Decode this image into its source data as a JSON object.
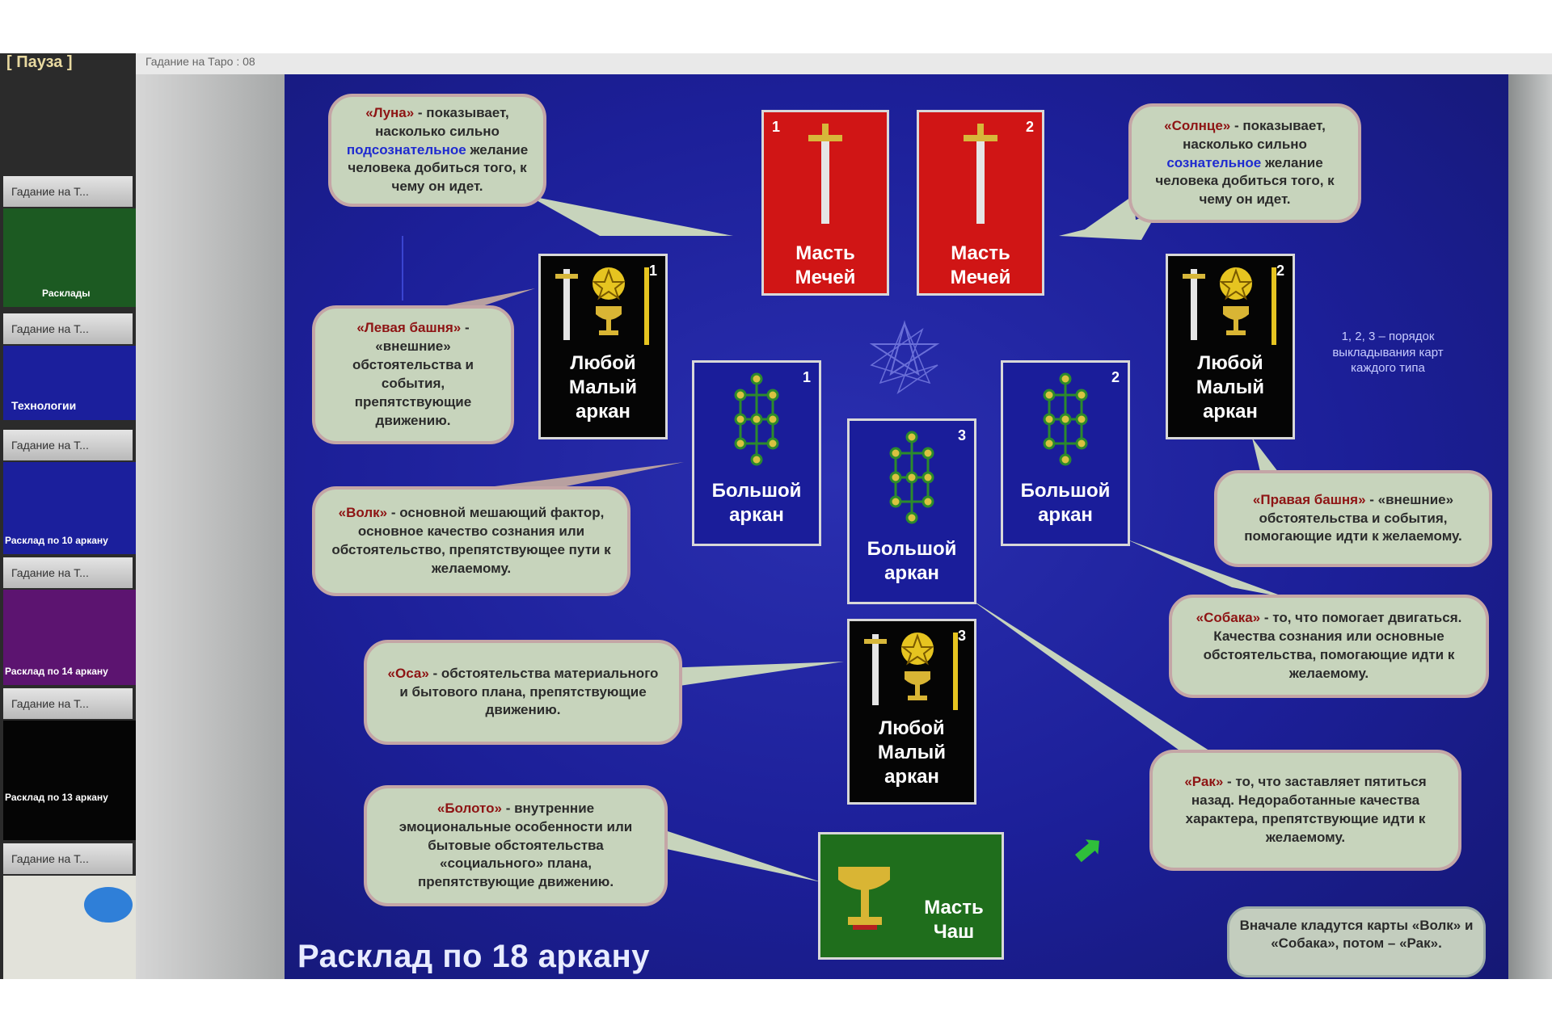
{
  "player": {
    "pause_label": "[ Пауза ]",
    "window_title": "Гадание на Таро : 08"
  },
  "sidebar": {
    "items": [
      {
        "tab": "Гадание на Т...",
        "caption": "Расклады",
        "bg": "#1c5a22"
      },
      {
        "tab": "Гадание на Т...",
        "caption": "Технологии",
        "bg": "#1b1f9c"
      },
      {
        "tab": "Гадание на Т...",
        "caption": "Расклад по 10 аркану",
        "bg": "#1b1f9c"
      },
      {
        "tab": "Гадание на Т...",
        "caption": "Расклад по 14 аркану",
        "bg": "#5c1470"
      },
      {
        "tab": "Гадание на Т...",
        "caption": "Расклад по 13 аркану",
        "bg": "#050505"
      },
      {
        "tab": "Гадание на Т...",
        "caption": "",
        "bg": "#e2e2da"
      }
    ]
  },
  "slide": {
    "title": "Расклад по 18 аркану",
    "order_note": "1, 2, 3 – порядок выкладывания карт каждого типа",
    "bottom_note": "Вначале кладутся карты «Волк» и «Собака», потом – «Рак».",
    "colors": {
      "background": "#1c1f98",
      "bubble": "#c7d4bc",
      "bubble_border": "#c4a6a6",
      "highlight_red": "#8e1414",
      "highlight_blue": "#1f2bd0"
    },
    "bubbles": {
      "moon": {
        "key": "«Луна»",
        "text1": " - показывает, насколько сильно ",
        "blue": "подсознательное",
        "text2": " желание человека добиться того, к чему он идет."
      },
      "sun": {
        "key": "«Солнце»",
        "text1": " - показывает, насколько сильно ",
        "blue": "сознательное",
        "text2": " желание человека добиться того, к чему он идет."
      },
      "left_tower": {
        "key": "«Левая башня»",
        "text": " - «внешние» обстоятельства и события, препятствующие движению."
      },
      "right_tower": {
        "key": "«Правая башня»",
        "text": " - «внешние» обстоятельства и события, помогающие идти к желаемому."
      },
      "wolf": {
        "key": "«Волк»",
        "text": " - основной мешающий фактор, основное качество сознания или обстоятельство, препятствующее пути к желаемому."
      },
      "dog": {
        "key": "«Собака»",
        "text": " - то, что помогает двигаться. Качества сознания или основные обстоятельства, помогающие идти к желаемому."
      },
      "wasp": {
        "key": "«Оса»",
        "text": " - обстоятельства материального и бытового плана, препятствующие движению."
      },
      "swamp": {
        "key": "«Болото»",
        "text": " - внутренние эмоциональные особенности или бытовые обстоятельства «социального» плана, препятствующие движению."
      },
      "crab": {
        "key": "«Рак»",
        "text": " - то, что заставляет пятиться назад. Недоработанные качества характера, препятствующие идти к желаемому."
      }
    },
    "cards": {
      "sword1": {
        "num": "1",
        "line1": "Масть",
        "line2": "Мечей"
      },
      "sword2": {
        "num": "2",
        "line1": "Масть",
        "line2": "Мечей"
      },
      "minor1": {
        "num": "1",
        "line1": "Любой",
        "line2": "Малый",
        "line3": "аркан"
      },
      "minor2": {
        "num": "2",
        "line1": "Любой",
        "line2": "Малый",
        "line3": "аркан"
      },
      "minor3": {
        "num": "3",
        "line1": "Любой",
        "line2": "Малый",
        "line3": "аркан"
      },
      "major1": {
        "num": "1",
        "line1": "Большой",
        "line2": "аркан"
      },
      "major2": {
        "num": "2",
        "line1": "Большой",
        "line2": "аркан"
      },
      "major3": {
        "num": "3",
        "line1": "Большой",
        "line2": "аркан"
      },
      "cups": {
        "line1": "Масть",
        "line2": "Чаш"
      }
    },
    "icons": [
      "sword-icon",
      "pentacle-icon",
      "cup-icon",
      "wand-icon",
      "tree-of-life-icon",
      "seven-point-star-icon",
      "cursor-icon"
    ]
  }
}
